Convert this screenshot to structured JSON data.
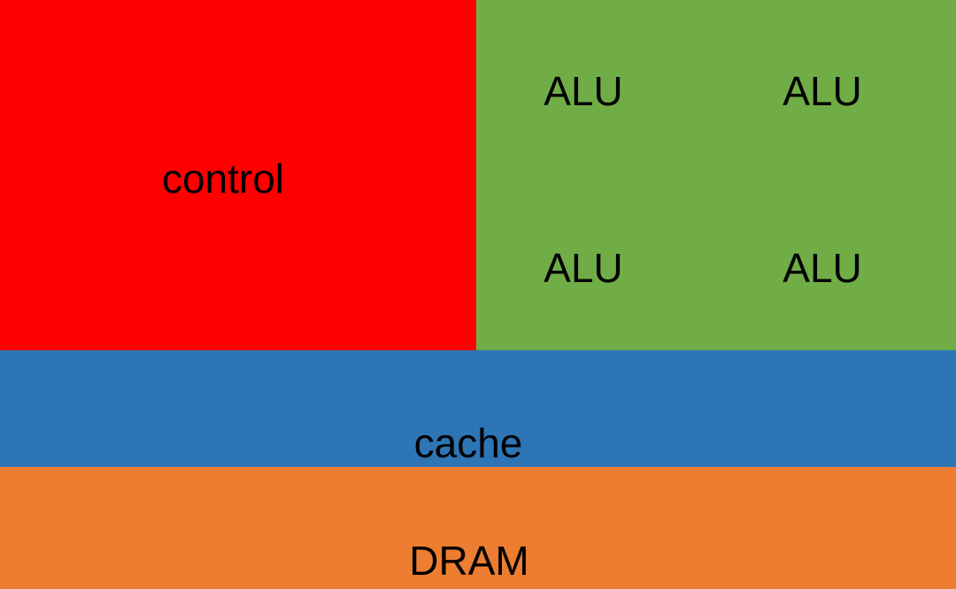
{
  "diagram": {
    "labels": {
      "control": "control",
      "cache": "cache",
      "dram": "DRAM"
    },
    "alu_labels": [
      "ALU",
      "ALU",
      "ALU",
      "ALU"
    ],
    "colors": {
      "control": "#FF0000",
      "alu": "#70AD47",
      "cache": "#2E75B6",
      "dram": "#ED7D31",
      "text": "#000000"
    }
  }
}
